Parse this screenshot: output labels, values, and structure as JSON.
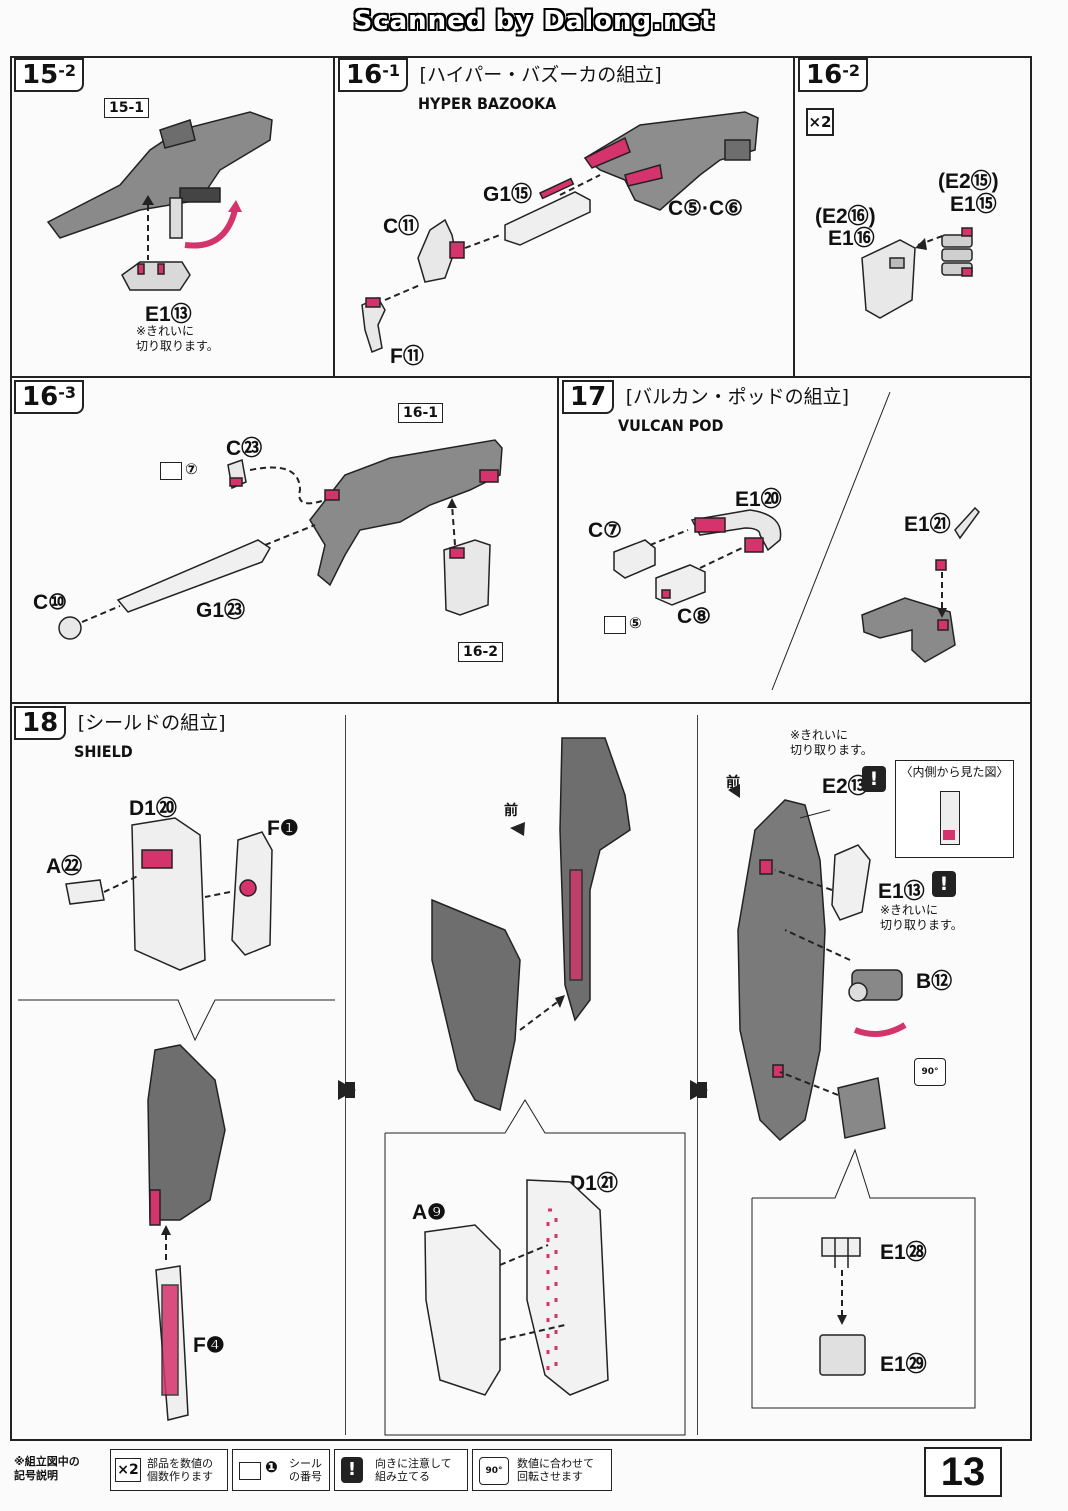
{
  "header": {
    "scan_credit": "Scanned by Dalong.net"
  },
  "steps": {
    "s15_2": {
      "num": "15",
      "sub": "-2",
      "ref_tag": "15-1",
      "part_label": "E1⑬",
      "note": "※きれいに\n切り取ります。"
    },
    "s16_1": {
      "num": "16",
      "sub": "-1",
      "title_jp": "[ハイパー・バズーカの組立]",
      "title_en": "HYPER BAZOOKA",
      "labels": {
        "g": "G1⑮",
        "c_a": "C⑪",
        "c_b": "C⑤·C⑥",
        "f": "F⑪"
      }
    },
    "s16_2": {
      "num": "16",
      "sub": "-2",
      "qty": "×2",
      "labels": {
        "e2_top": "(E2⑮)",
        "e1_top": "E1⑮",
        "e2_left": "(E2⑯)",
        "e1_left": "E1⑯"
      }
    },
    "s16_3": {
      "num": "16",
      "sub": "-3",
      "ref_tag_a": "16-1",
      "ref_tag_b": "16-2",
      "labels": {
        "c23": "C㉓",
        "seal": "⑦",
        "c10": "C⑩",
        "g23": "G1㉓"
      }
    },
    "s17": {
      "num": "17",
      "title_jp": "[バルカン・ポッドの組立]",
      "title_en": "VULCAN POD",
      "labels": {
        "e20": "E1⑳",
        "c7": "C⑦",
        "c8": "C⑧",
        "seal": "⑤",
        "e21": "E1㉑"
      }
    },
    "s18": {
      "num": "18",
      "title_jp": "[シールドの組立]",
      "title_en": "SHIELD",
      "labels": {
        "d20": "D1⑳",
        "f1": "F❶",
        "a22": "A㉒",
        "f4": "F❹",
        "front_a": "前",
        "front_b": "前",
        "a9": "A❾",
        "d21": "D1㉑",
        "e2": "E2⑬",
        "e1": "E1⑬",
        "b12": "B⑫",
        "e28": "E1㉘",
        "e29": "E1㉙",
        "note_a": "※きれいに\n切り取ります。",
        "note_b": "※きれいに\n切り取ります。",
        "inside_view": "〈内側から見た図〉",
        "rotate": "90°"
      }
    }
  },
  "legend": {
    "title": "※組立図中の\n記号説明",
    "qty_icon": "×2",
    "qty_text": "部品を数値の\n個数作ります",
    "seal_num": "❶",
    "seal_text": "シール\nの番号",
    "caution_icon": "!",
    "caution_text": "向きに注意して\n組み立てる",
    "rotate_icon": "90°",
    "rotate_text": "数値に合わせて\n回転させます"
  },
  "page_number": "13",
  "colors": {
    "accent": "#d4336b",
    "part_gray": "#8a8a8a",
    "part_dark": "#5e5e5e",
    "line": "#222222"
  }
}
